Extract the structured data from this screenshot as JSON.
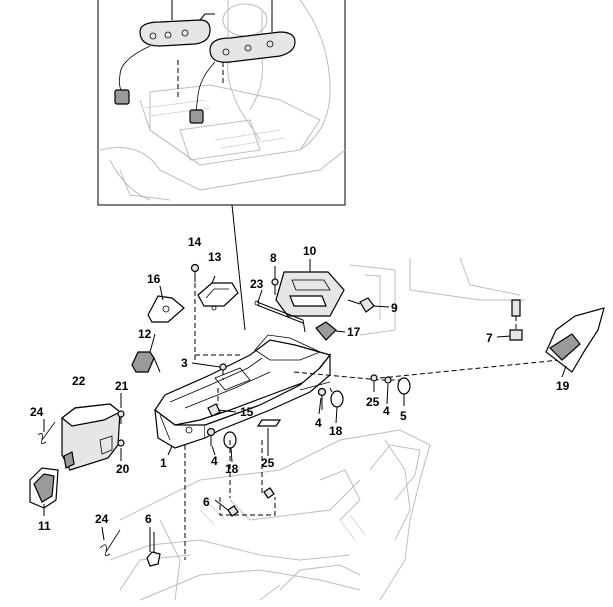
{
  "callouts": [
    {
      "id": "c14",
      "text": "14"
    },
    {
      "id": "c13",
      "text": "13"
    },
    {
      "id": "c16",
      "text": "16"
    },
    {
      "id": "c12",
      "text": "12"
    },
    {
      "id": "c3",
      "text": "3"
    },
    {
      "id": "c22",
      "text": "22"
    },
    {
      "id": "c21",
      "text": "21"
    },
    {
      "id": "c24a",
      "text": "24"
    },
    {
      "id": "c20",
      "text": "20"
    },
    {
      "id": "c1",
      "text": "1"
    },
    {
      "id": "c11",
      "text": "11"
    },
    {
      "id": "c15",
      "text": "15"
    },
    {
      "id": "c4a",
      "text": "4"
    },
    {
      "id": "c18a",
      "text": "18"
    },
    {
      "id": "c25a",
      "text": "25"
    },
    {
      "id": "c6a",
      "text": "6"
    },
    {
      "id": "c24b",
      "text": "24"
    },
    {
      "id": "c6b",
      "text": "6"
    },
    {
      "id": "c8",
      "text": "8"
    },
    {
      "id": "c10",
      "text": "10"
    },
    {
      "id": "c23",
      "text": "23"
    },
    {
      "id": "c9",
      "text": "9"
    },
    {
      "id": "c17",
      "text": "17"
    },
    {
      "id": "c4b",
      "text": "4"
    },
    {
      "id": "c18b",
      "text": "18"
    },
    {
      "id": "c25b",
      "text": "25"
    },
    {
      "id": "c4c",
      "text": "4"
    },
    {
      "id": "c5",
      "text": "5"
    },
    {
      "id": "c7",
      "text": "7"
    },
    {
      "id": "c19",
      "text": "19"
    }
  ],
  "colors": {
    "line": "#000000",
    "ghost": "#bdbdbd",
    "part_fill": "#e6e6e6",
    "dark_fill": "#9a9a9a"
  }
}
